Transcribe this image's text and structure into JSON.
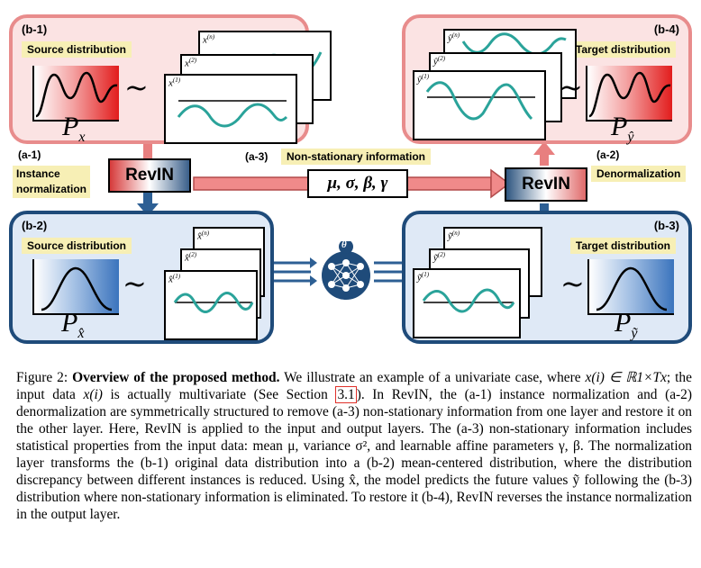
{
  "panels": {
    "b1": {
      "tag": "(b-1)",
      "badge": "Source distribution",
      "p_symbol": "P",
      "p_sub": "x"
    },
    "b2": {
      "tag": "(b-2)",
      "badge": "Source distribution",
      "p_symbol": "P",
      "p_sub": "x̂"
    },
    "b3": {
      "tag": "(b-3)",
      "badge": "Target distribution",
      "p_symbol": "P",
      "p_sub": "ỹ"
    },
    "b4": {
      "tag": "(b-4)",
      "badge": "Target distribution",
      "p_symbol": "P",
      "p_sub": "ŷ"
    }
  },
  "tilde": "~",
  "cards": {
    "b1": [
      "x",
      "x",
      "x"
    ],
    "b2": [
      "x̂",
      "x̂",
      "x̂"
    ],
    "b3": [
      "ỹ",
      "ỹ",
      "ỹ"
    ],
    "b4": [
      "ŷ",
      "ŷ",
      "ŷ"
    ],
    "sups": [
      "(1)",
      "(2)",
      "(n)"
    ]
  },
  "labels": {
    "a1_tag": "(a-1)",
    "a1_line1": "Instance",
    "a1_line2": "normalization",
    "a2_tag": "(a-2)",
    "a2_text": "Denormalization",
    "a3_tag": "(a-3)",
    "a3_text": "Non-stationary information",
    "stats": "μ,  σ,  β,  γ",
    "revin_left": "RevIN",
    "revin_right": "RevIN",
    "theta": "θ"
  },
  "colors": {
    "red_border": "#e88c8c",
    "red_fill": "#fbe3e3",
    "blue_border": "#1f4b7a",
    "blue_fill": "#dfe9f6",
    "wave": "#2aa39a",
    "badge": "#f7efb5"
  },
  "caption": {
    "label": "Figure 2:",
    "title": "Overview of the proposed method.",
    "s1": "We illustrate an example of a univariate case, where",
    "math1": "x(i) ∈ ℝ1×Tx",
    "s2": "; the input data",
    "math2": "x(i)",
    "s3": "is actually multivariate (See Section",
    "ref": "3.1",
    "s4": "). In RevIN, the (a-1) instance normalization and (a-2) denormalization are symmetrically structured to remove (a-3) non-stationary information from one layer and restore it on the other layer. Here, RevIN is applied to the input and output layers. The (a-3) non-stationary information includes statistical properties from the input data: mean μ, variance σ², and learnable affine parameters γ, β. The normalization layer transforms the (b-1) original data distribution into a (b-2) mean-centered distribution, where the distribution discrepancy between different instances is reduced. Using x̂, the model predicts the future values ỹ following the (b-3) distribution where non-stationary information is eliminated. To restore it (b-4), RevIN reverses the instance normalization in the output layer."
  }
}
